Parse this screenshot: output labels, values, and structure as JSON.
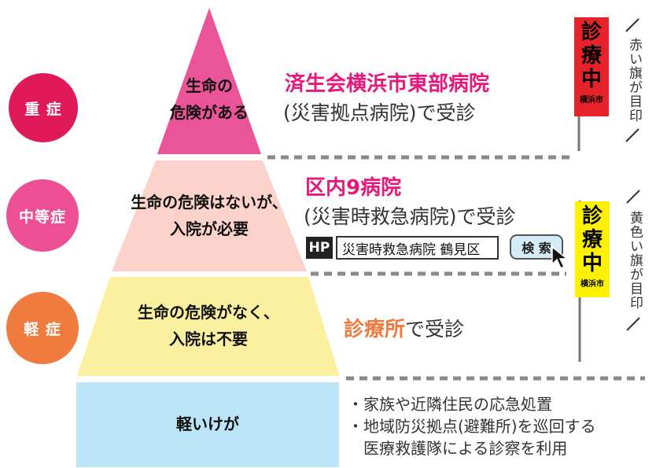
{
  "levels": [
    {
      "label": "重 症",
      "color": "#e0195a"
    },
    {
      "label": "中等症",
      "color": "#ec4f93"
    },
    {
      "label": "軽 症",
      "color": "#f07b3f"
    }
  ],
  "pyramid": {
    "tier1": {
      "line1": "生命の",
      "line2": "危険がある",
      "color": "#ea5499"
    },
    "tier2": {
      "line1": "生命の危険はないが、",
      "line2": "入院が必要",
      "color": "#fbd3cb"
    },
    "tier3": {
      "line1": "生命の危険がなく、",
      "line2": "入院は不要",
      "color": "#fbf0a0"
    },
    "tier4": {
      "line1": "軽いけが",
      "color": "#bde5f8"
    }
  },
  "severe": {
    "title": "済生会横浜市東部病院",
    "subtitle": "(災害拠点病院)で受診",
    "flag_chars": [
      "診",
      "療",
      "中"
    ],
    "flag_small": "横浜市",
    "flag_color": "#e6232a",
    "note": "赤い旗が目印"
  },
  "moderate": {
    "title": "区内9病院",
    "subtitle": "(災害時救急病院)で受診",
    "hp_label": "HP",
    "search_query": "災害時救急病院 鶴見区",
    "search_button": "検 索",
    "flag_chars": [
      "診",
      "療",
      "中"
    ],
    "flag_small": "横浜市",
    "flag_color": "#fff200",
    "note": "黄色い旗が目印"
  },
  "mild": {
    "title_colored": "診療所",
    "title_rest": "で受診",
    "accent": "#f07b3f"
  },
  "minor": {
    "bullet1": "・家族や近隣住民の応急処置",
    "bullet2": "・地域防災拠点(避難所)を巡回する",
    "bullet3": "医療救護隊による診察を利用"
  }
}
